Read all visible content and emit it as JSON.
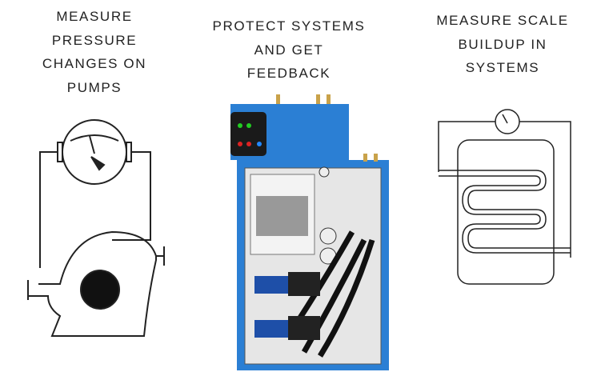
{
  "columns": [
    {
      "heading_lines": [
        "MEASURE",
        "PRESSURE",
        "CHANGES ON",
        "PUMPS"
      ],
      "illustration": "pump-with-pressure-gauge"
    },
    {
      "heading_lines": [
        "PROTECT SYSTEMS",
        "AND GET",
        "FEEDBACK"
      ],
      "illustration": "blue-control-cabinet-photo"
    },
    {
      "heading_lines": [
        "MEASURE SCALE",
        "BUILDUP IN",
        "SYSTEMS"
      ],
      "illustration": "coil-with-gauge"
    }
  ],
  "colors": {
    "cabinet_blue": "#2b7fd4",
    "line": "#222222"
  }
}
